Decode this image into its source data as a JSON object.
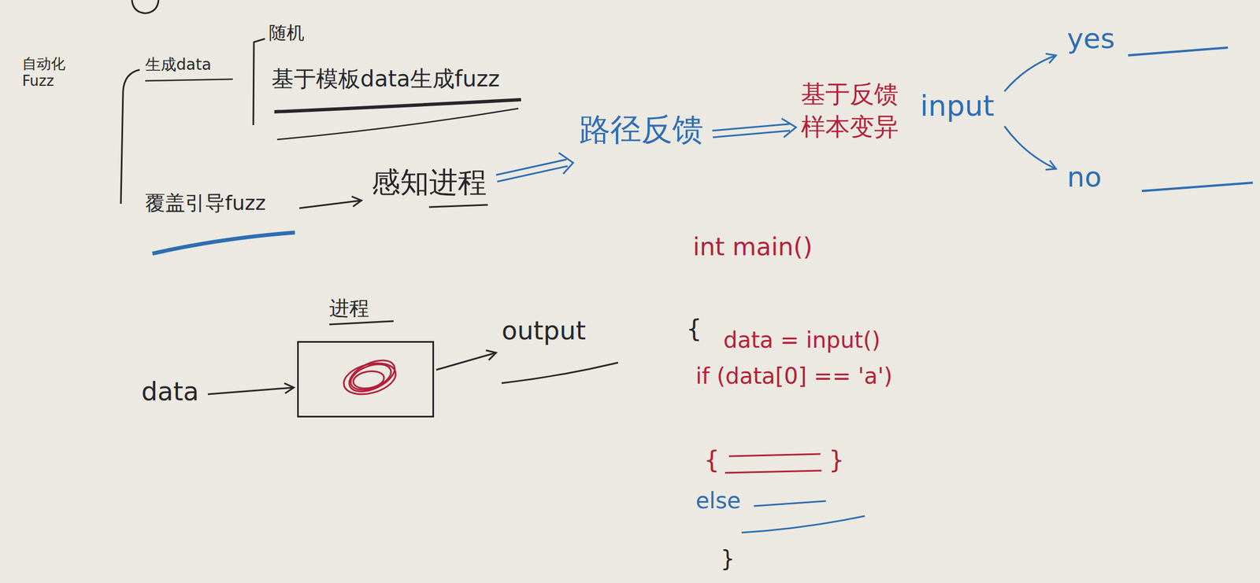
{
  "diagram": {
    "nodes": [
      {
        "text": [
          "进程"
        ]
      }
    ],
    "labels": [
      "自动化 Fuzz",
      "生成data",
      "随机",
      "基于模板data生成fuzz",
      "覆盖引导fuzz",
      "感知进程",
      "路径反馈",
      "基于反馈 样本变异",
      "input",
      "yes",
      "no",
      "data",
      "output",
      "int main()",
      "{",
      "data = input()",
      "if (data[0] == 'a')",
      "{",
      "}",
      "else",
      "}"
    ]
  }
}
